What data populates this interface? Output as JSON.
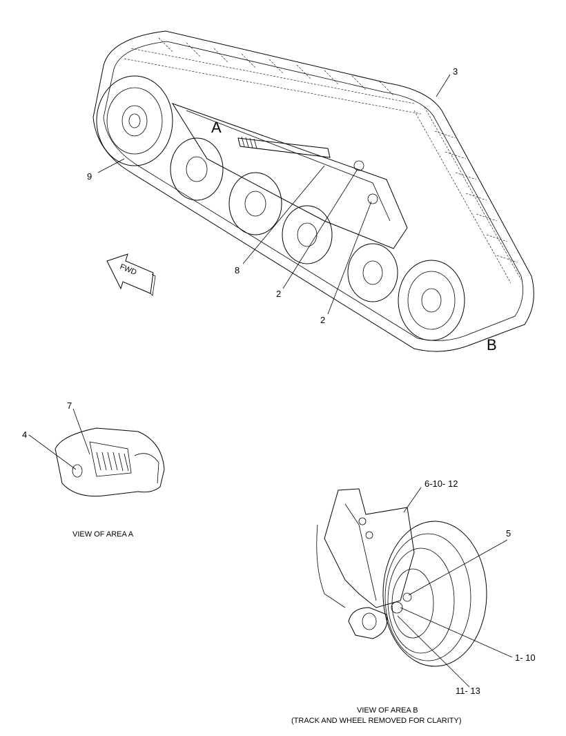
{
  "callouts": {
    "c3": "3",
    "c9": "9",
    "c8": "8",
    "c2a": "2",
    "c2b": "2",
    "c7": "7",
    "c4": "4",
    "c6_10_12": "6-10- 12",
    "c5": "5",
    "c1_10": "1- 10",
    "c11_13": "11- 13"
  },
  "area_labels": {
    "a": "A",
    "b": "B"
  },
  "fwd_arrow": {
    "label": "FWD"
  },
  "captions": {
    "view_a": "VIEW OF AREA A",
    "view_b_line1": "VIEW OF AREA B",
    "view_b_line2": "(TRACK AND WHEEL REMOVED FOR CLARITY)"
  }
}
